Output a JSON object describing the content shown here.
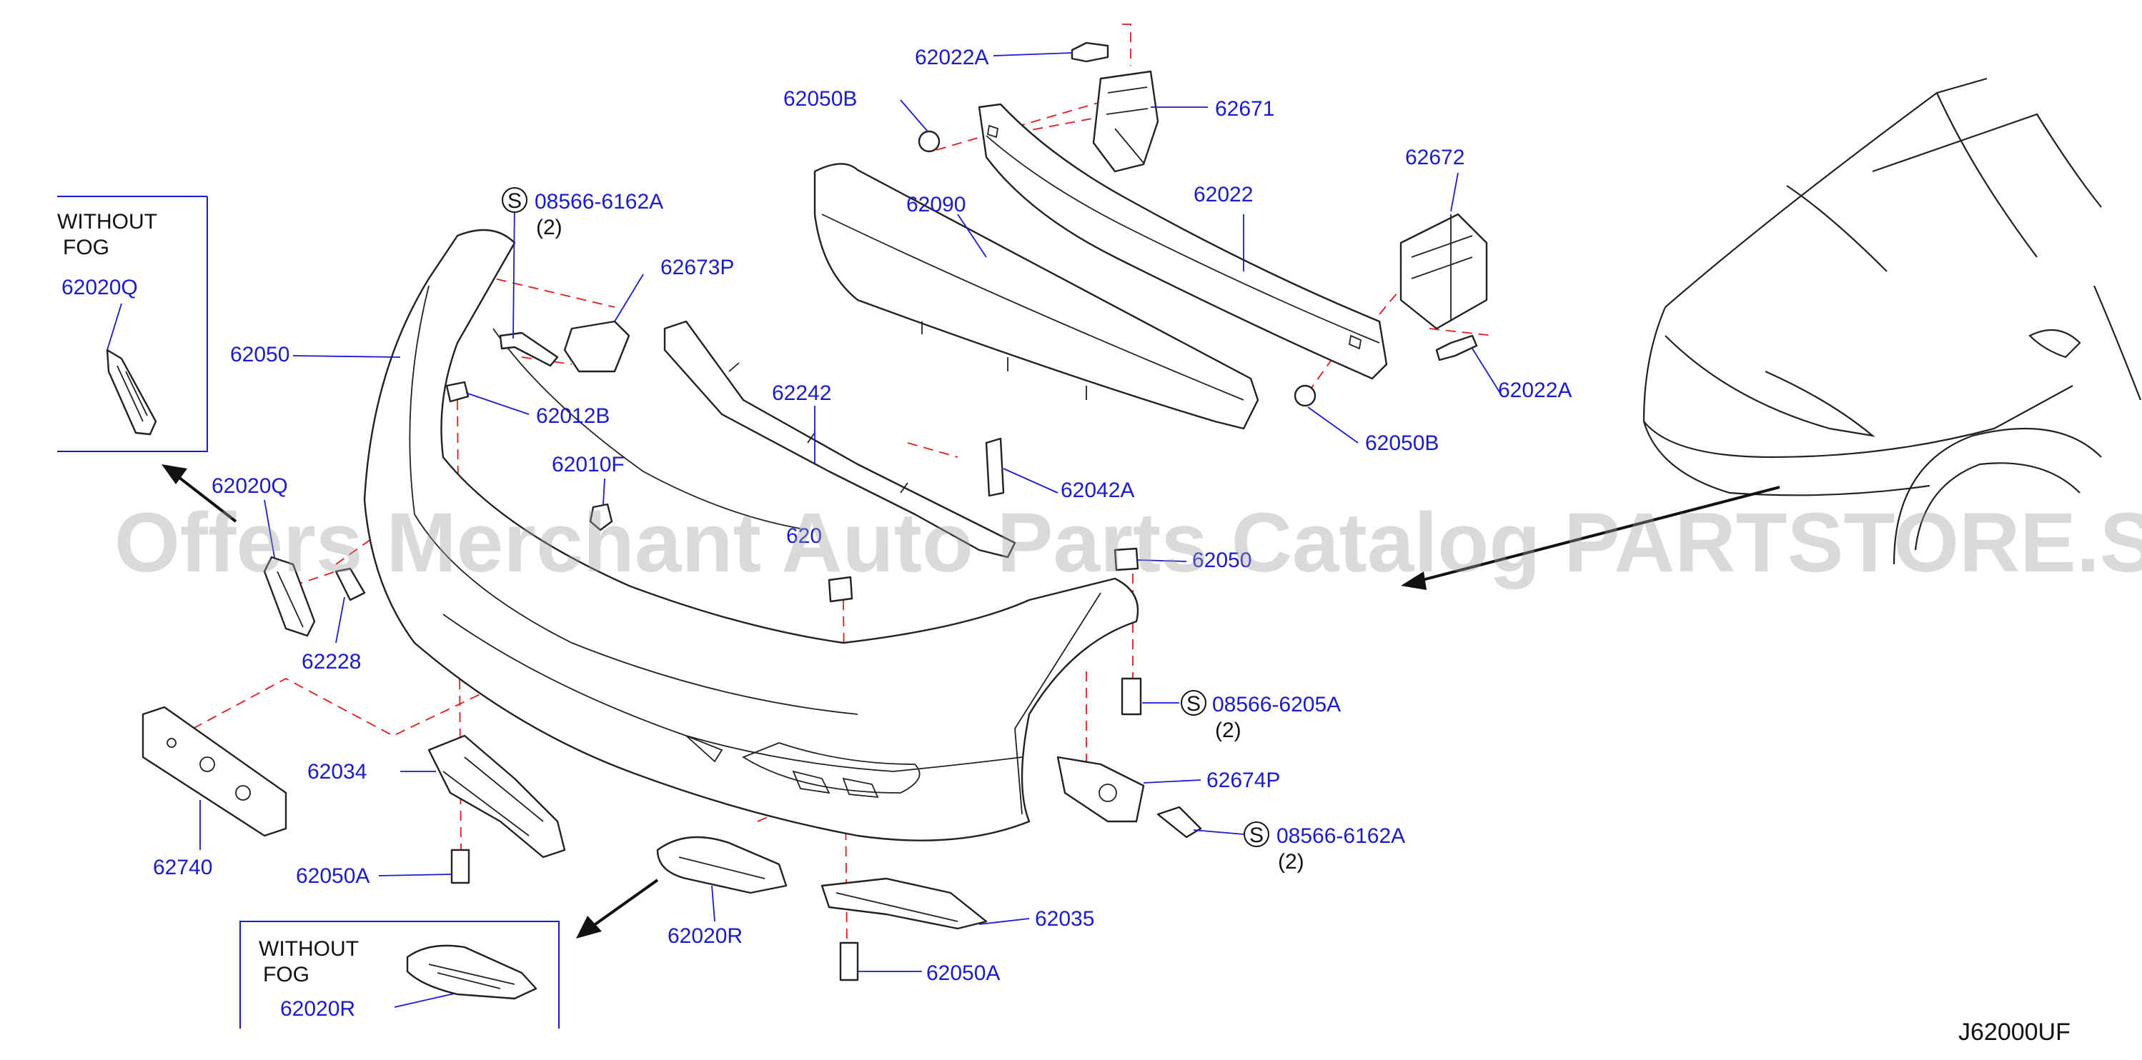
{
  "diagram_code": "J62000UF",
  "watermark": "Offers Merchant Auto Parts Catalog PARTSTORE.SA",
  "insets": [
    {
      "line1": "WITHOUT",
      "line2": "FOG",
      "part": "62020Q"
    },
    {
      "line1": "WITHOUT",
      "line2": "FOG",
      "part": "62020R"
    }
  ],
  "labels": {
    "p62022A_top": "62022A",
    "p62050B_top": "62050B",
    "p62671": "62671",
    "p62672": "62672",
    "p62090": "62090",
    "p62022": "62022",
    "p62022A_right": "62022A",
    "p62050B_right": "62050B",
    "p62242": "62242",
    "p62042A": "62042A",
    "p62673P": "62673P",
    "p62050": "62050",
    "p62012B": "62012B",
    "p62010F": "62010F",
    "p62020Q": "62020Q",
    "p62228": "62228",
    "p62034": "62034",
    "p62740": "62740",
    "p62050A_left": "62050A",
    "p62020R": "62020R",
    "p62035": "62035",
    "p62050A_bottom": "62050A",
    "p62674P": "62674P",
    "p620_mid": "620",
    "p62050_right": "62050"
  },
  "bolt_callouts": [
    {
      "symbol": "S",
      "part": "08566-6162A",
      "qty": "(2)"
    },
    {
      "symbol": "S",
      "part": "08566-6205A",
      "qty": "(2)"
    },
    {
      "symbol": "S",
      "part": "08566-6162A",
      "qty": "(2)"
    }
  ],
  "colors": {
    "part_number": "#1a1ad0",
    "phantom_line": "#e21b1b",
    "outline": "#222222",
    "watermark": "#9e9e9e"
  }
}
